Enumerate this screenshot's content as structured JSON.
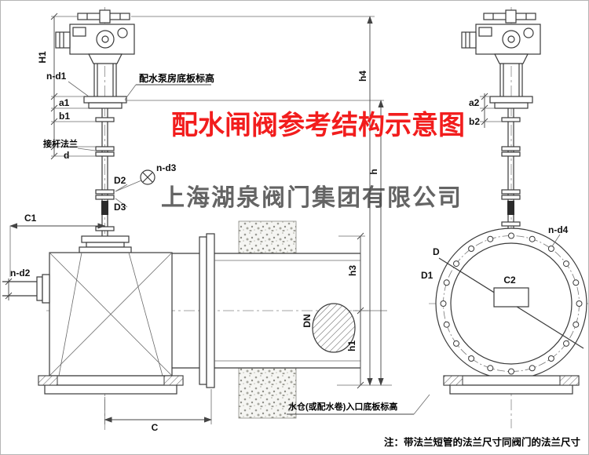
{
  "texts": {
    "title": "配水闸阀参考结构示意图",
    "watermark": "上海湖泉阀门集团有限公司",
    "note": "注：带法兰短管的法兰尺寸同阀门的法兰尺寸",
    "pump_floor": "配水泵房底板标高",
    "rod_flange": "接杆法兰",
    "inlet_floor": "水仓(或配水卷)入口底板标高"
  },
  "labels": {
    "H1": "H1",
    "n_d1": "n-d1",
    "a1": "a1",
    "b1": "b1",
    "d": "d",
    "D2": "D2",
    "D3": "D3",
    "n_d3": "n-d3",
    "C1": "C1",
    "n_d2": "n-d2",
    "C": "C",
    "DN": "DN",
    "h1": "h1",
    "h3": "h3",
    "h": "h",
    "h4": "h4",
    "a2": "a2",
    "b2": "b2",
    "n_d4": "n-d4",
    "D": "D",
    "D1": "D1",
    "C2": "C2"
  },
  "colors": {
    "title_red": "#f21d1d",
    "line_dark": "#3a3a3a",
    "watermark_gray": "#3e3e3e"
  }
}
